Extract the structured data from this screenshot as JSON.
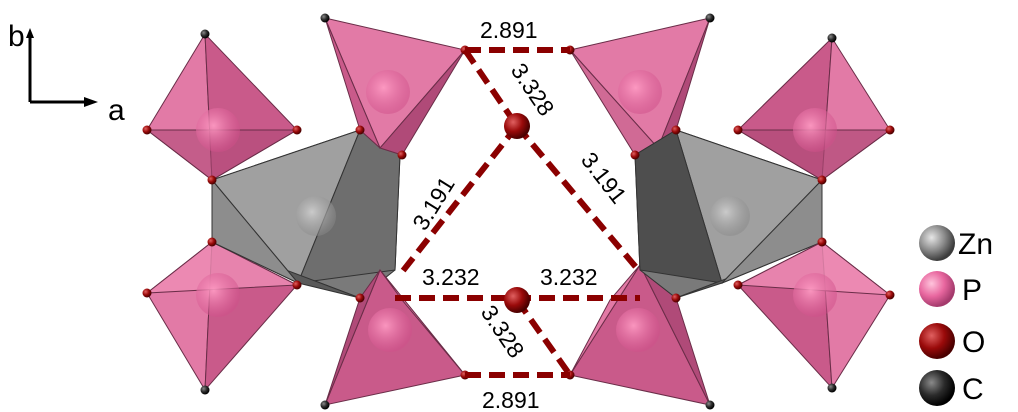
{
  "axes": {
    "vertical_label": "b",
    "horizontal_label": "a"
  },
  "distances": {
    "top_horizontal": "2.891",
    "bottom_horizontal": "2.891",
    "upper_diagonal": "3.328",
    "lower_diagonal": "3.328",
    "left_diagonal": "3.191",
    "right_diagonal": "3.191",
    "left_horizontal": "3.232",
    "right_horizontal": "3.232"
  },
  "legend": [
    {
      "label": "Zn",
      "color": "#8c8c8c"
    },
    {
      "label": "P",
      "color": "#e8679f"
    },
    {
      "label": "O",
      "color": "#8b0000"
    },
    {
      "label": "C",
      "color": "#222222"
    }
  ],
  "colors": {
    "phosphate": "#d76b98",
    "phosphate_dark": "#a94a74",
    "zinc": "#8a8a8a",
    "zinc_dark": "#555555",
    "bond": "#8b0000",
    "oxygen": "#8b0000"
  }
}
